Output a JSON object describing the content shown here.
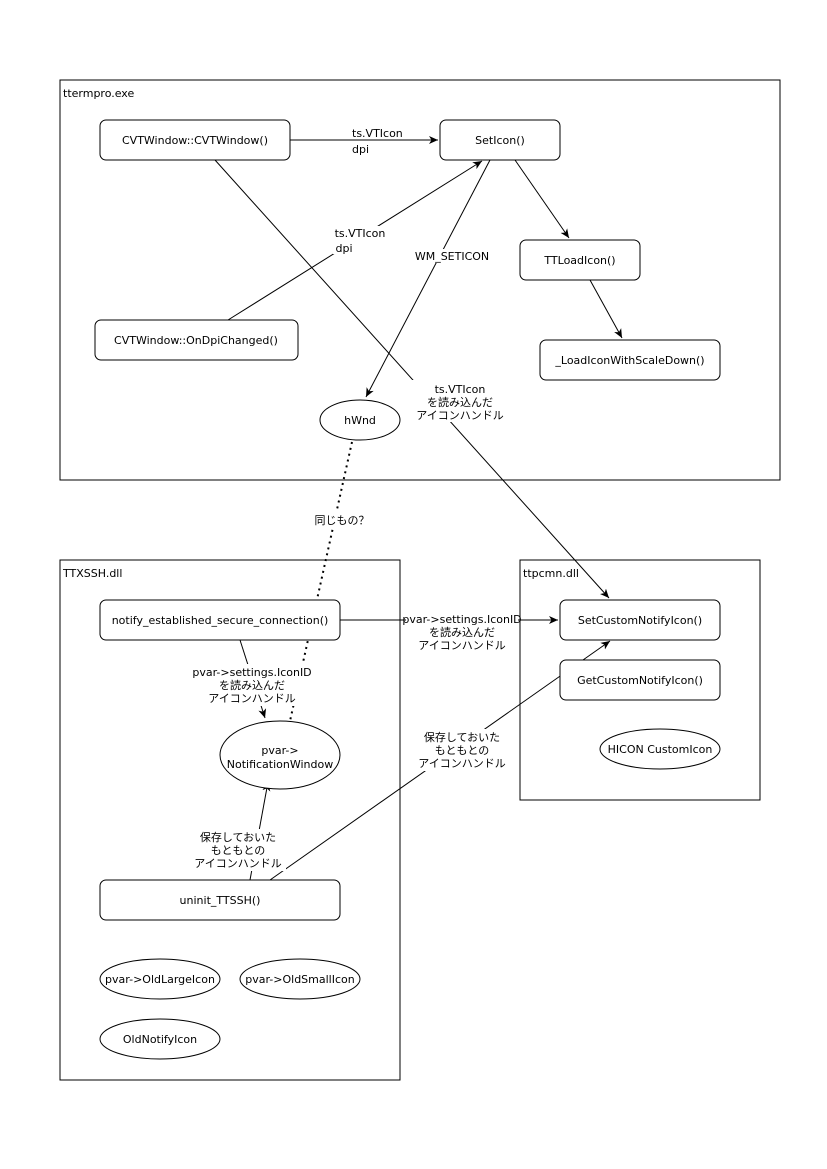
{
  "containers": {
    "ttermpro": "ttermpro.exe",
    "ttxssh": "TTXSSH.dll",
    "ttpcmn": "ttpcmn.dll"
  },
  "nodes": {
    "cvtwindow_ctor": "CVTWindow::CVTWindow()",
    "seticon": "SetIcon()",
    "ttloadicon": "TTLoadIcon()",
    "cvtwindow_ondpi": "CVTWindow::OnDpiChanged()",
    "loadiconwithscaledown": "_LoadIconWithScaleDown()",
    "hwnd": "hWnd",
    "notify_established": "notify_established_secure_connection()",
    "notificationwindow": [
      "pvar->",
      "NotificationWindow"
    ],
    "uninit_ttssh": "uninit_TTSSH()",
    "oldlargeicon": "pvar->OldLargeIcon",
    "oldsmallicon": "pvar->OldSmallIcon",
    "oldnotifyicon": "OldNotifyIcon",
    "setcustomnotifyicon": "SetCustomNotifyIcon()",
    "getcustomnotifyicon": "GetCustomNotifyIcon()",
    "hicon_customicon": "HICON CustomIcon"
  },
  "edge_labels": {
    "ctor_to_seticon": [
      "ts.VTIcon",
      "dpi"
    ],
    "ondpi_to_seticon": [
      "ts.VTIcon",
      "dpi"
    ],
    "wm_seticon": "WM_SETICON",
    "vticon_handle": [
      "ts.VTIcon",
      "を読み込んだ",
      "アイコンハンドル"
    ],
    "same_thing": "同じもの？",
    "iconid_to_setcustom": [
      "pvar->settings.IconID",
      "を読み込んだ",
      "アイコンハンドル"
    ],
    "iconid_to_notifwin": [
      "pvar->settings.IconID",
      "を読み込んだ",
      "アイコンハンドル"
    ],
    "saved_to_setcustom": [
      "保存しておいた",
      "もともとの",
      "アイコンハンドル"
    ],
    "saved_to_notifwin": [
      "保存しておいた",
      "もともとの",
      "アイコンハンドル"
    ]
  }
}
